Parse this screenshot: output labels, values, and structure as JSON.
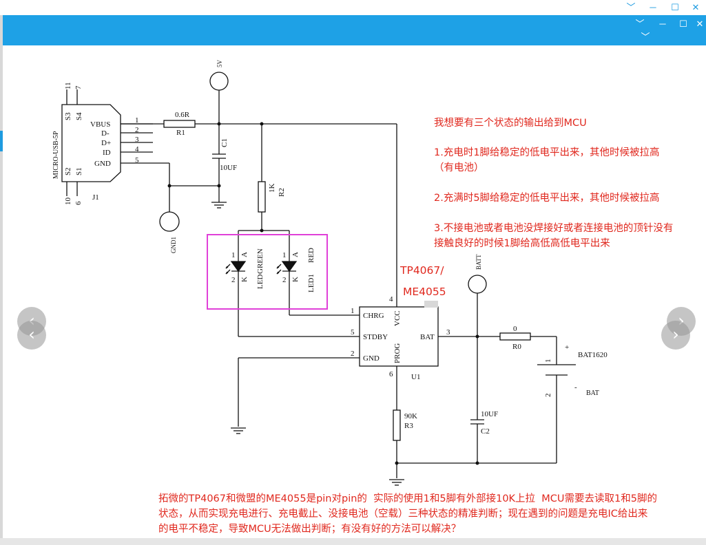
{
  "window_controls": {
    "minimize": "─",
    "maximize": "☐",
    "close": "✕",
    "collapse": "﹀"
  },
  "schematic": {
    "connector": {
      "ref": "J1",
      "type": "MICRO-USB-5P",
      "pins_left": [
        "S3",
        "S4",
        "S2",
        "S1"
      ],
      "pin_numbers_top": [
        "11",
        "7"
      ],
      "pin_numbers_bottom": [
        "10",
        "6"
      ],
      "signals": [
        "VBUS",
        "D-",
        "D+",
        "ID",
        "GND"
      ],
      "signal_pins": [
        "1",
        "2",
        "3",
        "4",
        "5"
      ]
    },
    "power_port": "5V",
    "gnd_port": "GND1",
    "batt_port": "BATT",
    "r1": {
      "ref": "R1",
      "value": "0.6R"
    },
    "c1": {
      "ref": "C1",
      "value": "10UF"
    },
    "r2": {
      "ref": "R2",
      "value": "1K"
    },
    "led_green": {
      "pin_a": "1",
      "pin_k": "2",
      "a": "A",
      "k": "K",
      "label1": "LED",
      "label2": "GREEN"
    },
    "led_red": {
      "pin_a": "1",
      "pin_k": "2",
      "a": "A",
      "k": "K",
      "label1": "LED1",
      "label2": "RED"
    },
    "ic": {
      "ref": "U1",
      "pins": {
        "chrg": "CHRG",
        "stdby": "STDBY",
        "gnd": "GND",
        "vcc": "VCC",
        "prog": "PROG",
        "bat": "BAT"
      },
      "pin_numbers": {
        "chrg": "1",
        "stdby": "5",
        "gnd": "2",
        "vcc": "4",
        "prog": "6",
        "bat": "3"
      }
    },
    "r0": {
      "ref": "R0",
      "value": "0"
    },
    "r3": {
      "ref": "R3",
      "value": "90K"
    },
    "c2": {
      "ref": "C2",
      "value": "10UF"
    },
    "battery": {
      "ref": "BAT1620",
      "net": "BAT",
      "pin1": "1",
      "pin2": "2",
      "plus": "+",
      "minus": "-"
    }
  },
  "chip_label": {
    "line1": "TP4067/",
    "line2": "ME4055"
  },
  "notes": {
    "line1": "我想要有三个状态的输出给到MCU",
    "line2": "1.充电时1脚给稳定的低电平出来，其他时候被拉高\n（有电池）",
    "line3": "2.充满时5脚给稳定的低电平出来，其他时候被拉高",
    "line4": "3.不接电池或者电池没焊接好或者连接电池的顶针没有\n接触良好的时候1脚给高低高低电平出来"
  },
  "bottom_note": "拓微的TP4067和微盟的ME4055是pin对pin的  实际的使用1和5脚有外部接10K上拉  MCU需要去读取1和5脚的\n状态，从而实现充电进行、充电截止、没接电池（空载）三种状态的精准判断；现在遇到的问题是充电IC给出来\n的电平不稳定，导致MCU无法做出判断；有没有好的方法可以解决？",
  "nav": {
    "prev": "‹",
    "next": "›"
  },
  "colors": {
    "accent": "#1ea1e6",
    "note_red": "#e0281e",
    "highlight_box": "#e040d8"
  }
}
